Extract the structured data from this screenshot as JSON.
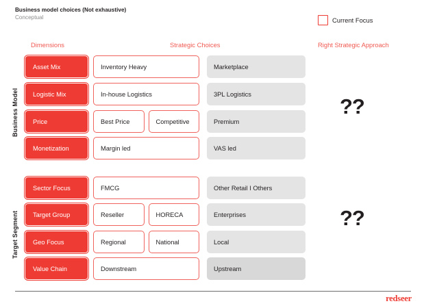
{
  "header": {
    "title": "Business model choices (Not exhaustive)",
    "subtitle": "Conceptual"
  },
  "legend": {
    "swatch_icon": "empty-square-icon",
    "label": "Current Focus",
    "swatch_color": "#ee3b33"
  },
  "columns": {
    "dimensions": "Dimensions",
    "strategic": "Strategic Choices",
    "approach": "Right Strategic Approach"
  },
  "groups": [
    {
      "label": "Business Model",
      "question_mark": "??",
      "rows": [
        {
          "dimension": "Asset Mix",
          "choices": [
            "Inventory Heavy"
          ],
          "grey": "Marketplace",
          "grey_shade": "light"
        },
        {
          "dimension": "Logistic Mix",
          "choices": [
            "In-house Logistics"
          ],
          "grey": "3PL Logistics",
          "grey_shade": "light"
        },
        {
          "dimension": "Price",
          "choices": [
            "Best Price",
            "Competitive"
          ],
          "grey": "Premium",
          "grey_shade": "light"
        },
        {
          "dimension": "Monetization",
          "choices": [
            "Margin led"
          ],
          "grey": "VAS led",
          "grey_shade": "light"
        }
      ]
    },
    {
      "label": "Target Segment",
      "question_mark": "??",
      "rows": [
        {
          "dimension": "Sector Focus",
          "choices": [
            "FMCG"
          ],
          "grey": "Other Retail  I  Others",
          "grey_shade": "light"
        },
        {
          "dimension": "Target Group",
          "choices": [
            "Reseller",
            "HORECA"
          ],
          "grey": "Enterprises",
          "grey_shade": "light"
        },
        {
          "dimension": "Geo Focus",
          "choices": [
            "Regional",
            "National"
          ],
          "grey": "Local",
          "grey_shade": "light"
        },
        {
          "dimension": "Value Chain",
          "choices": [
            "Downstream"
          ],
          "grey": "Upstream",
          "grey_shade": "dark"
        }
      ]
    }
  ],
  "footer": {
    "logo": "redseer"
  },
  "colors": {
    "accent_red": "#ee3b33",
    "header_red": "#f05a52",
    "grey_box": "#e4e4e4",
    "grey_box_dark": "#d8d8d8",
    "text": "#231f20",
    "subtitle": "#8b8b8b"
  }
}
